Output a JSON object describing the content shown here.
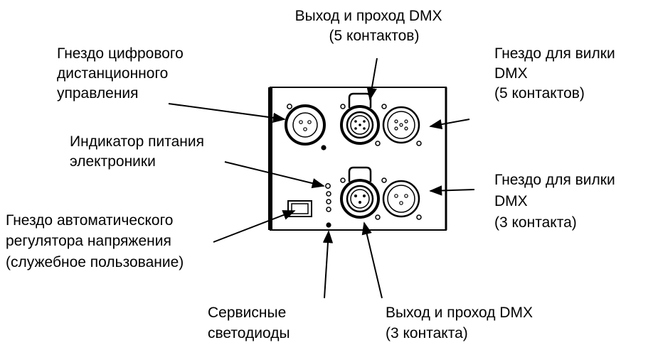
{
  "labels": {
    "digital_remote": [
      "Гнездо цифрового",
      "дистанционного",
      "управления"
    ],
    "dmx_out5": [
      "Выход и проход DMX",
      "(5 контактов)"
    ],
    "dmx_in5": [
      "Гнездо для вилки",
      "DMX",
      "(5 контактов)"
    ],
    "power_indicator": [
      "Индикатор питания",
      "электроники"
    ],
    "dmx_in3": [
      "Гнездо для вилки",
      "DMX",
      "(3 контакта)"
    ],
    "voltage_regulator": [
      "Гнездо автоматического",
      "регулятора напряжения",
      "(служебное пользование)"
    ],
    "service_leds": [
      "Сервисные",
      "светодиоды"
    ],
    "dmx_out3": [
      "Выход и проход DMX",
      "(3 контакта)"
    ]
  },
  "colors": {
    "line": "#000000",
    "panel": "#ffffff"
  }
}
